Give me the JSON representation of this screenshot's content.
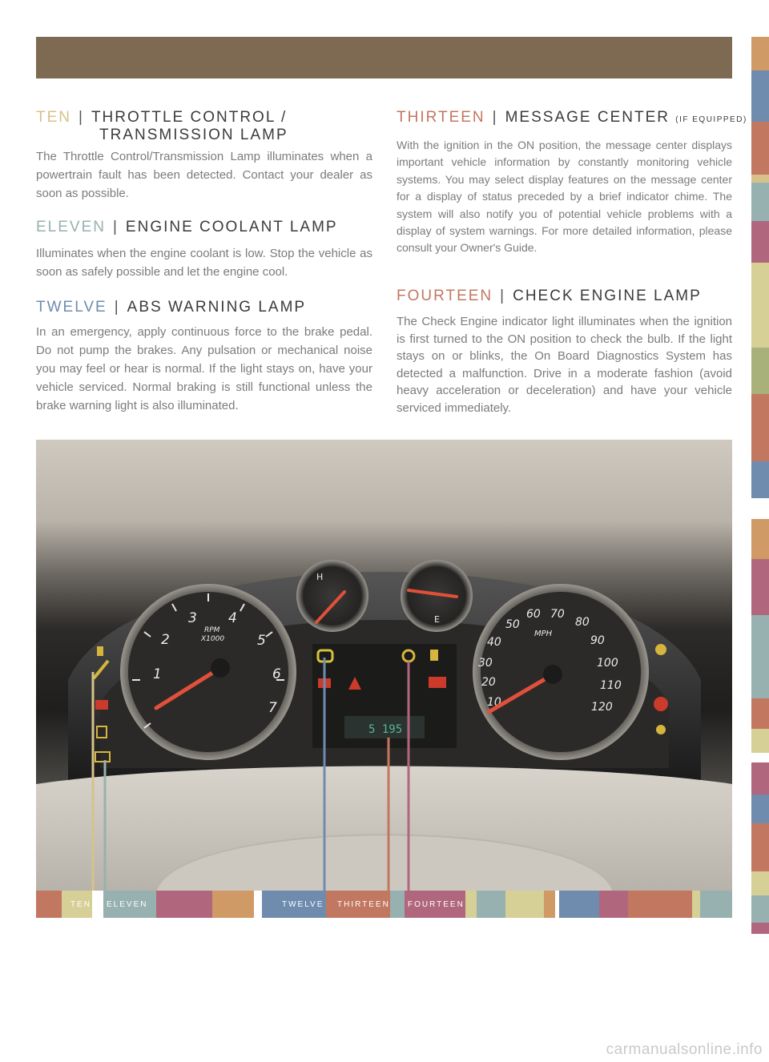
{
  "colors": {
    "ten": "#d6c28a",
    "eleven": "#97b1b0",
    "twelve": "#6f8cae",
    "thirteen": "#c27760",
    "fourteen": "#b0677e",
    "header_bar": "#7e6a52"
  },
  "ten": {
    "num": "TEN",
    "title_line1": "THROTTLE CONTROL /",
    "title_line2": "TRANSMISSION  LAMP",
    "body": "The Throttle Control/Transmission Lamp illuminates when a powertrain fault has been detected. Contact your dealer as soon as possible."
  },
  "eleven": {
    "num": "ELEVEN",
    "title": "ENGINE COOLANT LAMP",
    "body": "Illuminates when the engine coolant is low. Stop the vehicle as soon as safely possible and let the engine cool."
  },
  "twelve": {
    "num": "TWELVE",
    "title": "ABS WARNING LAMP",
    "body": "In an emergency, apply continuous force to the brake pedal. Do not pump the brakes. Any pulsation or mechanical noise you may feel or hear is normal. If the light stays on, have your vehicle serviced. Normal braking is still functional unless the brake warning light is also illuminated."
  },
  "thirteen": {
    "num": "THIRTEEN",
    "title": "MESSAGE CENTER",
    "title_small": "(IF EQUIPPED)",
    "body": "With the ignition in the ON position, the message center displays important vehicle information by constantly monitoring vehicle systems. You may select display features on the message center for a display of status preceded by a brief indicator chime. The system will also notify you of potential vehicle problems with a display of system warnings. For more detailed information, please consult your Owner's Guide."
  },
  "fourteen": {
    "num": "FOURTEEN",
    "title": "CHECK ENGINE LAMP",
    "body": "The Check Engine indicator light illuminates when the ignition is first turned to the ON position to check the bulb. If the light stays on or blinks, the On Board Diagnostics System has detected a malfunction. Drive in a moderate fashion (avoid heavy acceleration or deceleration) and have your vehicle serviced immediately."
  },
  "photo": {
    "tach_numbers": [
      "1",
      "2",
      "3",
      "4",
      "5",
      "6",
      "7"
    ],
    "tach_label_1": "RPM",
    "tach_label_2": "X1000",
    "speed_numbers": [
      "10",
      "20",
      "30",
      "40",
      "50",
      "60",
      "70",
      "80",
      "90",
      "100",
      "110",
      "120"
    ],
    "speed_label": "MPH",
    "odometer": "5 195",
    "temp_label": "H",
    "fuel_label": "E"
  },
  "bottom_labels": {
    "ten": "TEN",
    "eleven": "ELEVEN",
    "twelve": "TWELVE",
    "thirteen": "THIRTEEN",
    "fourteen": "FOURTEEN"
  },
  "watermark": "carmanualsonline.info"
}
